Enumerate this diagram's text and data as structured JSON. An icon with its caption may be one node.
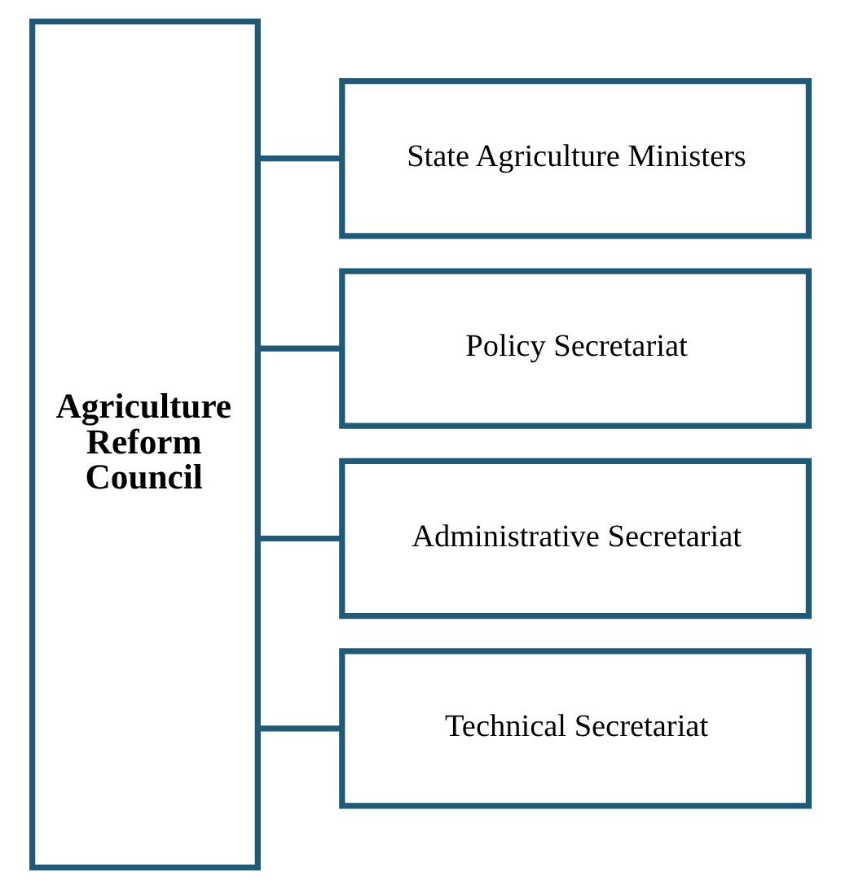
{
  "diagram": {
    "nodes": [
      {
        "text": [
          "Agriculture Reform Council"
        ]
      },
      {
        "text": [
          "State Agriculture Ministers"
        ]
      },
      {
        "text": [
          "Policy Secretariat"
        ]
      },
      {
        "text": [
          "Administrative Secretariat"
        ]
      },
      {
        "text": [
          "Technical Secretariat"
        ]
      }
    ],
    "edges": [
      {
        "from": 0,
        "to": 1,
        "arrow": "none"
      },
      {
        "from": 0,
        "to": 2,
        "arrow": "none"
      },
      {
        "from": 0,
        "to": 3,
        "arrow": "none"
      },
      {
        "from": 0,
        "to": 4,
        "arrow": "none"
      }
    ]
  }
}
